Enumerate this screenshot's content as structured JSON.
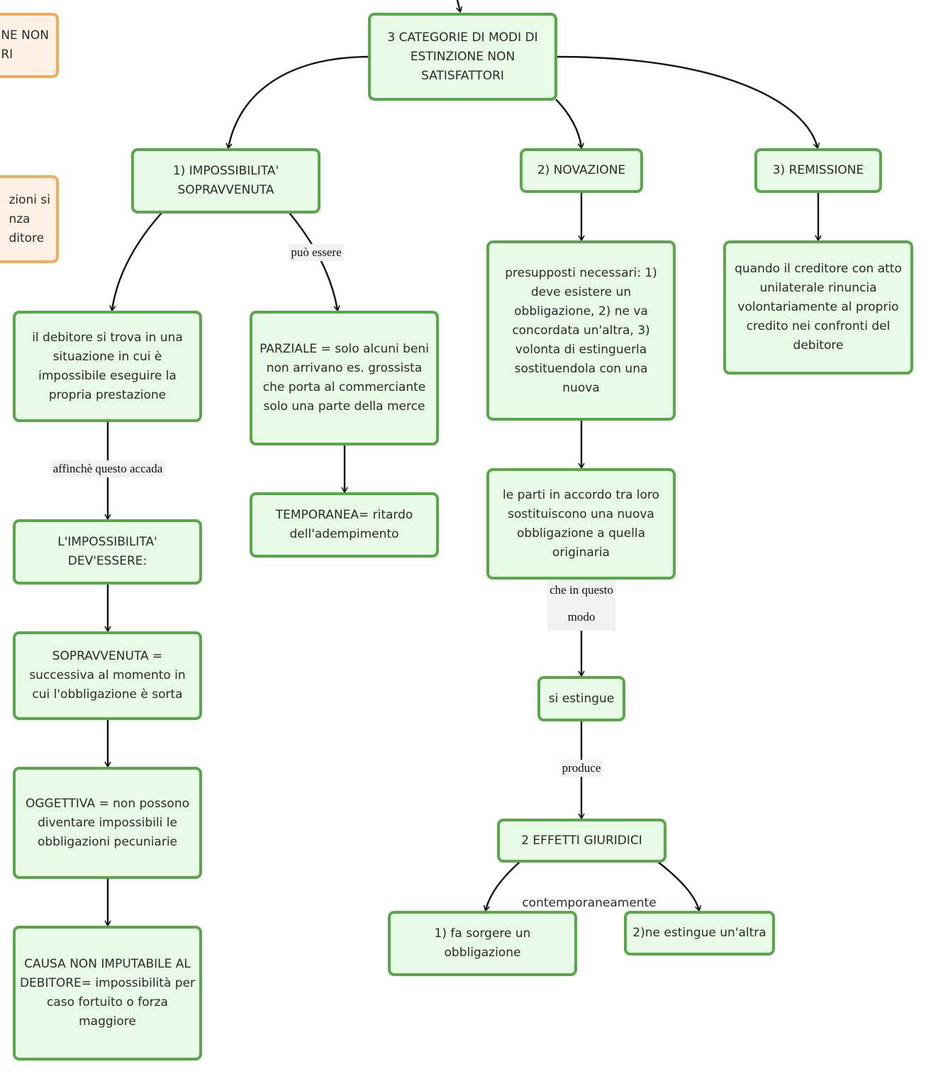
{
  "nodes": {
    "n_top": "3 CATEGORIE DI MODI DI ESTINZIONE NON SATISFATTORI",
    "n_impossibilita": "1) IMPOSSIBILITA' SOPRAVVENUTA",
    "n_novazione": "2) NOVAZIONE",
    "n_remissione": "3) REMISSIONE",
    "n_debitore": "il debitore si trova in una situazione in cui è impossibile eseguire la propria prestazione",
    "n_parziale": "PARZIALE = solo alcuni beni non arrivano es. grossista che porta al commerciante solo una parte della merce",
    "n_temporanea": "TEMPORANEA= ritardo dell'adempimento",
    "n_devessere": "L'IMPOSSIBILITA' DEV'ESSERE:",
    "n_sopravvenuta": "SOPRAVVENUTA = successiva al momento in cui l'obbligazione è sorta",
    "n_oggettiva": "OGGETTIVA = non possono diventare impossibili le obbligazioni pecuniarie",
    "n_causa": "CAUSA NON IMPUTABILE AL DEBITORE= impossibilità per caso fortuito o forza maggiore",
    "n_presupposti": "presupposti necessari: 1) deve esistere un obbligazione, 2) ne va concordata un'altra, 3) volonta di estinguerla sostituendola con una nuova",
    "n_parti": "le parti in accordo tra loro sostituiscono una nuova obbligazione a quella originaria",
    "n_estingue": "si estingue",
    "n_effetti": "2 EFFETTI GIURIDICI",
    "n_sorgere": "1) fa sorgere un obbligazione",
    "n_altra": "2)ne estingue un'altra",
    "n_remissione_desc": "quando il creditore con atto unilaterale rinuncia volontariamente al proprio credito nei confronti del debitore",
    "o_top": "NE NON\nRI",
    "o_mid": "zioni si\nnza\nditore"
  },
  "edge_labels": {
    "puo_essere": "può essere",
    "affinche": "affinchè questo accada",
    "che_in_questo_modo": "che in questo modo",
    "produce": "produce",
    "contemporaneamente": "contemporaneamente"
  },
  "colors": {
    "node_fill": "#e8fbe6",
    "node_border": "#5aa64a",
    "side_fill": "#fff1e6",
    "side_border": "#efad5a"
  }
}
